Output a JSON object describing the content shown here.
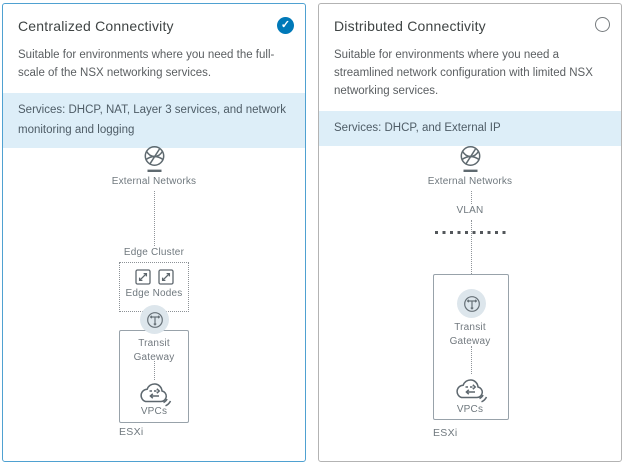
{
  "cards": [
    {
      "title": "Centralized Connectivity",
      "selected": true,
      "selection_state": "selected",
      "description": "Suitable for environments where you need the full-scale of the NSX networking services.",
      "services": "Services: DHCP, NAT, Layer 3 services, and network monitoring and logging",
      "diagram": {
        "external_networks_label": "External Networks",
        "edge_cluster_label": "Edge Cluster",
        "edge_nodes_label": "Edge Nodes",
        "transit_gateway_label": "Transit Gateway",
        "vpcs_label": "VPCs",
        "esxi_label": "ESXi"
      }
    },
    {
      "title": "Distributed Connectivity",
      "selected": false,
      "selection_state": "unselected",
      "description": "Suitable for environments where you need a streamlined network configuration with limited NSX networking services.",
      "services": "Services: DHCP, and External IP",
      "diagram": {
        "external_networks_label": "External Networks",
        "vlan_label": "VLAN",
        "transit_gateway_label": "Transit Gateway",
        "vpcs_label": "VPCs",
        "esxi_label": "ESXi"
      }
    }
  ],
  "icons": {
    "selected_radio": "check-circle",
    "unselected_radio": "empty-circle",
    "external_networks": "globe-icon",
    "edge_node": "edge-node-icon",
    "transit_gateway": "gateway-icon",
    "vpcs": "cloud-arrows-icon"
  },
  "colors": {
    "selected_border": "#4fa1d1",
    "selected_check_bg": "#0079b8",
    "unselected_border": "#b3b3b3",
    "services_banner_bg": "#ddeef8",
    "services_text": "#4e5c66",
    "body_text": "#5a5e61",
    "title_text": "#3f4444",
    "diagram_gray": "#6f787e",
    "gateway_circle_bg": "#dde6ec"
  },
  "check_glyph": "✓"
}
